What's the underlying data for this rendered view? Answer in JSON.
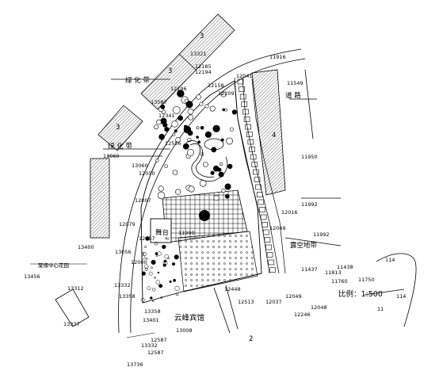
{
  "labels": {
    "greenbelt_1": "绿 化 带",
    "greenbelt_2": "绿 化 带",
    "road_right": "道 路",
    "parking_garden": "露空地带",
    "hotel": "云峰宾馆",
    "stage": "舞台",
    "park_sw": "聚缘中心花园",
    "scale": "比例：1:500"
  },
  "building_numbers": [
    "3",
    "3",
    "3",
    "4",
    "2",
    "114",
    "114",
    "11"
  ],
  "elevations": [
    "13321",
    "12185",
    "12194",
    "11916",
    "13587",
    "12196",
    "12158",
    "12209",
    "12041",
    "11549",
    "12341",
    "12556",
    "13060",
    "13060",
    "12050",
    "12016",
    "11992",
    "11950",
    "12007",
    "12049",
    "12079",
    "11992",
    "13400",
    "12057",
    "13056",
    "11990",
    "13456",
    "13312",
    "12000",
    "11437",
    "11438",
    "11813",
    "11750",
    "11760",
    "13332",
    "12448",
    "12049",
    "12048",
    "13358",
    "12513",
    "12037",
    "12246",
    "13337",
    "13358",
    "13401",
    "13008",
    "12587",
    "13332",
    "12587",
    "13736"
  ]
}
